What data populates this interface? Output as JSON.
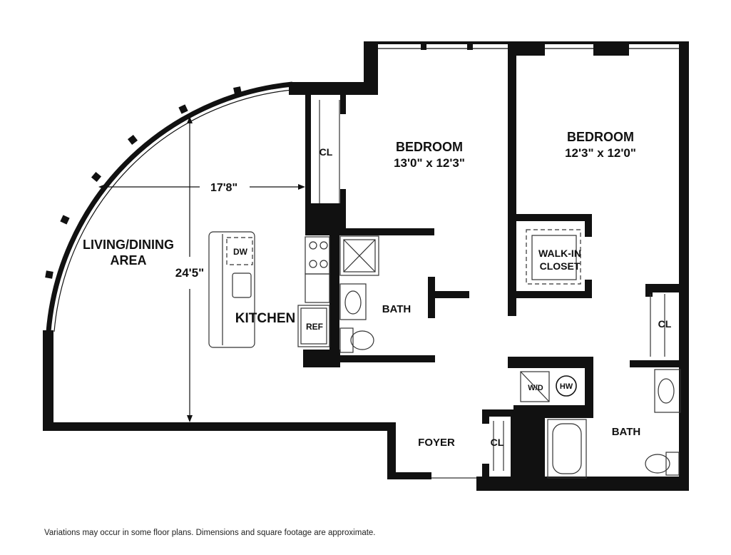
{
  "rooms": {
    "bedroom1": {
      "name": "BEDROOM",
      "dims": "13'0\" x 12'3\""
    },
    "bedroom2": {
      "name": "BEDROOM",
      "dims": "12'3\" x 12'0\""
    },
    "living_line1": "LIVING/DINING",
    "living_line2": "AREA",
    "kitchen": "KITCHEN",
    "bath1": "BATH",
    "bath2": "BATH",
    "foyer": "FOYER",
    "walkin_line1": "WALK-IN",
    "walkin_line2": "CLOSET",
    "closet_cl1": "CL",
    "closet_cl2": "CL",
    "closet_cl3": "CL"
  },
  "fixtures": {
    "dishwasher": "DW",
    "refrigerator": "REF",
    "washer_dryer": "W/D",
    "water_heater": "HW"
  },
  "dimensions": {
    "living_width": "17'8\"",
    "living_depth": "24'5\""
  },
  "footer_note": "Variations may occur in some floor plans. Dimensions and square footage are approximate.",
  "colors": {
    "wall": "#111111",
    "background": "#ffffff"
  }
}
